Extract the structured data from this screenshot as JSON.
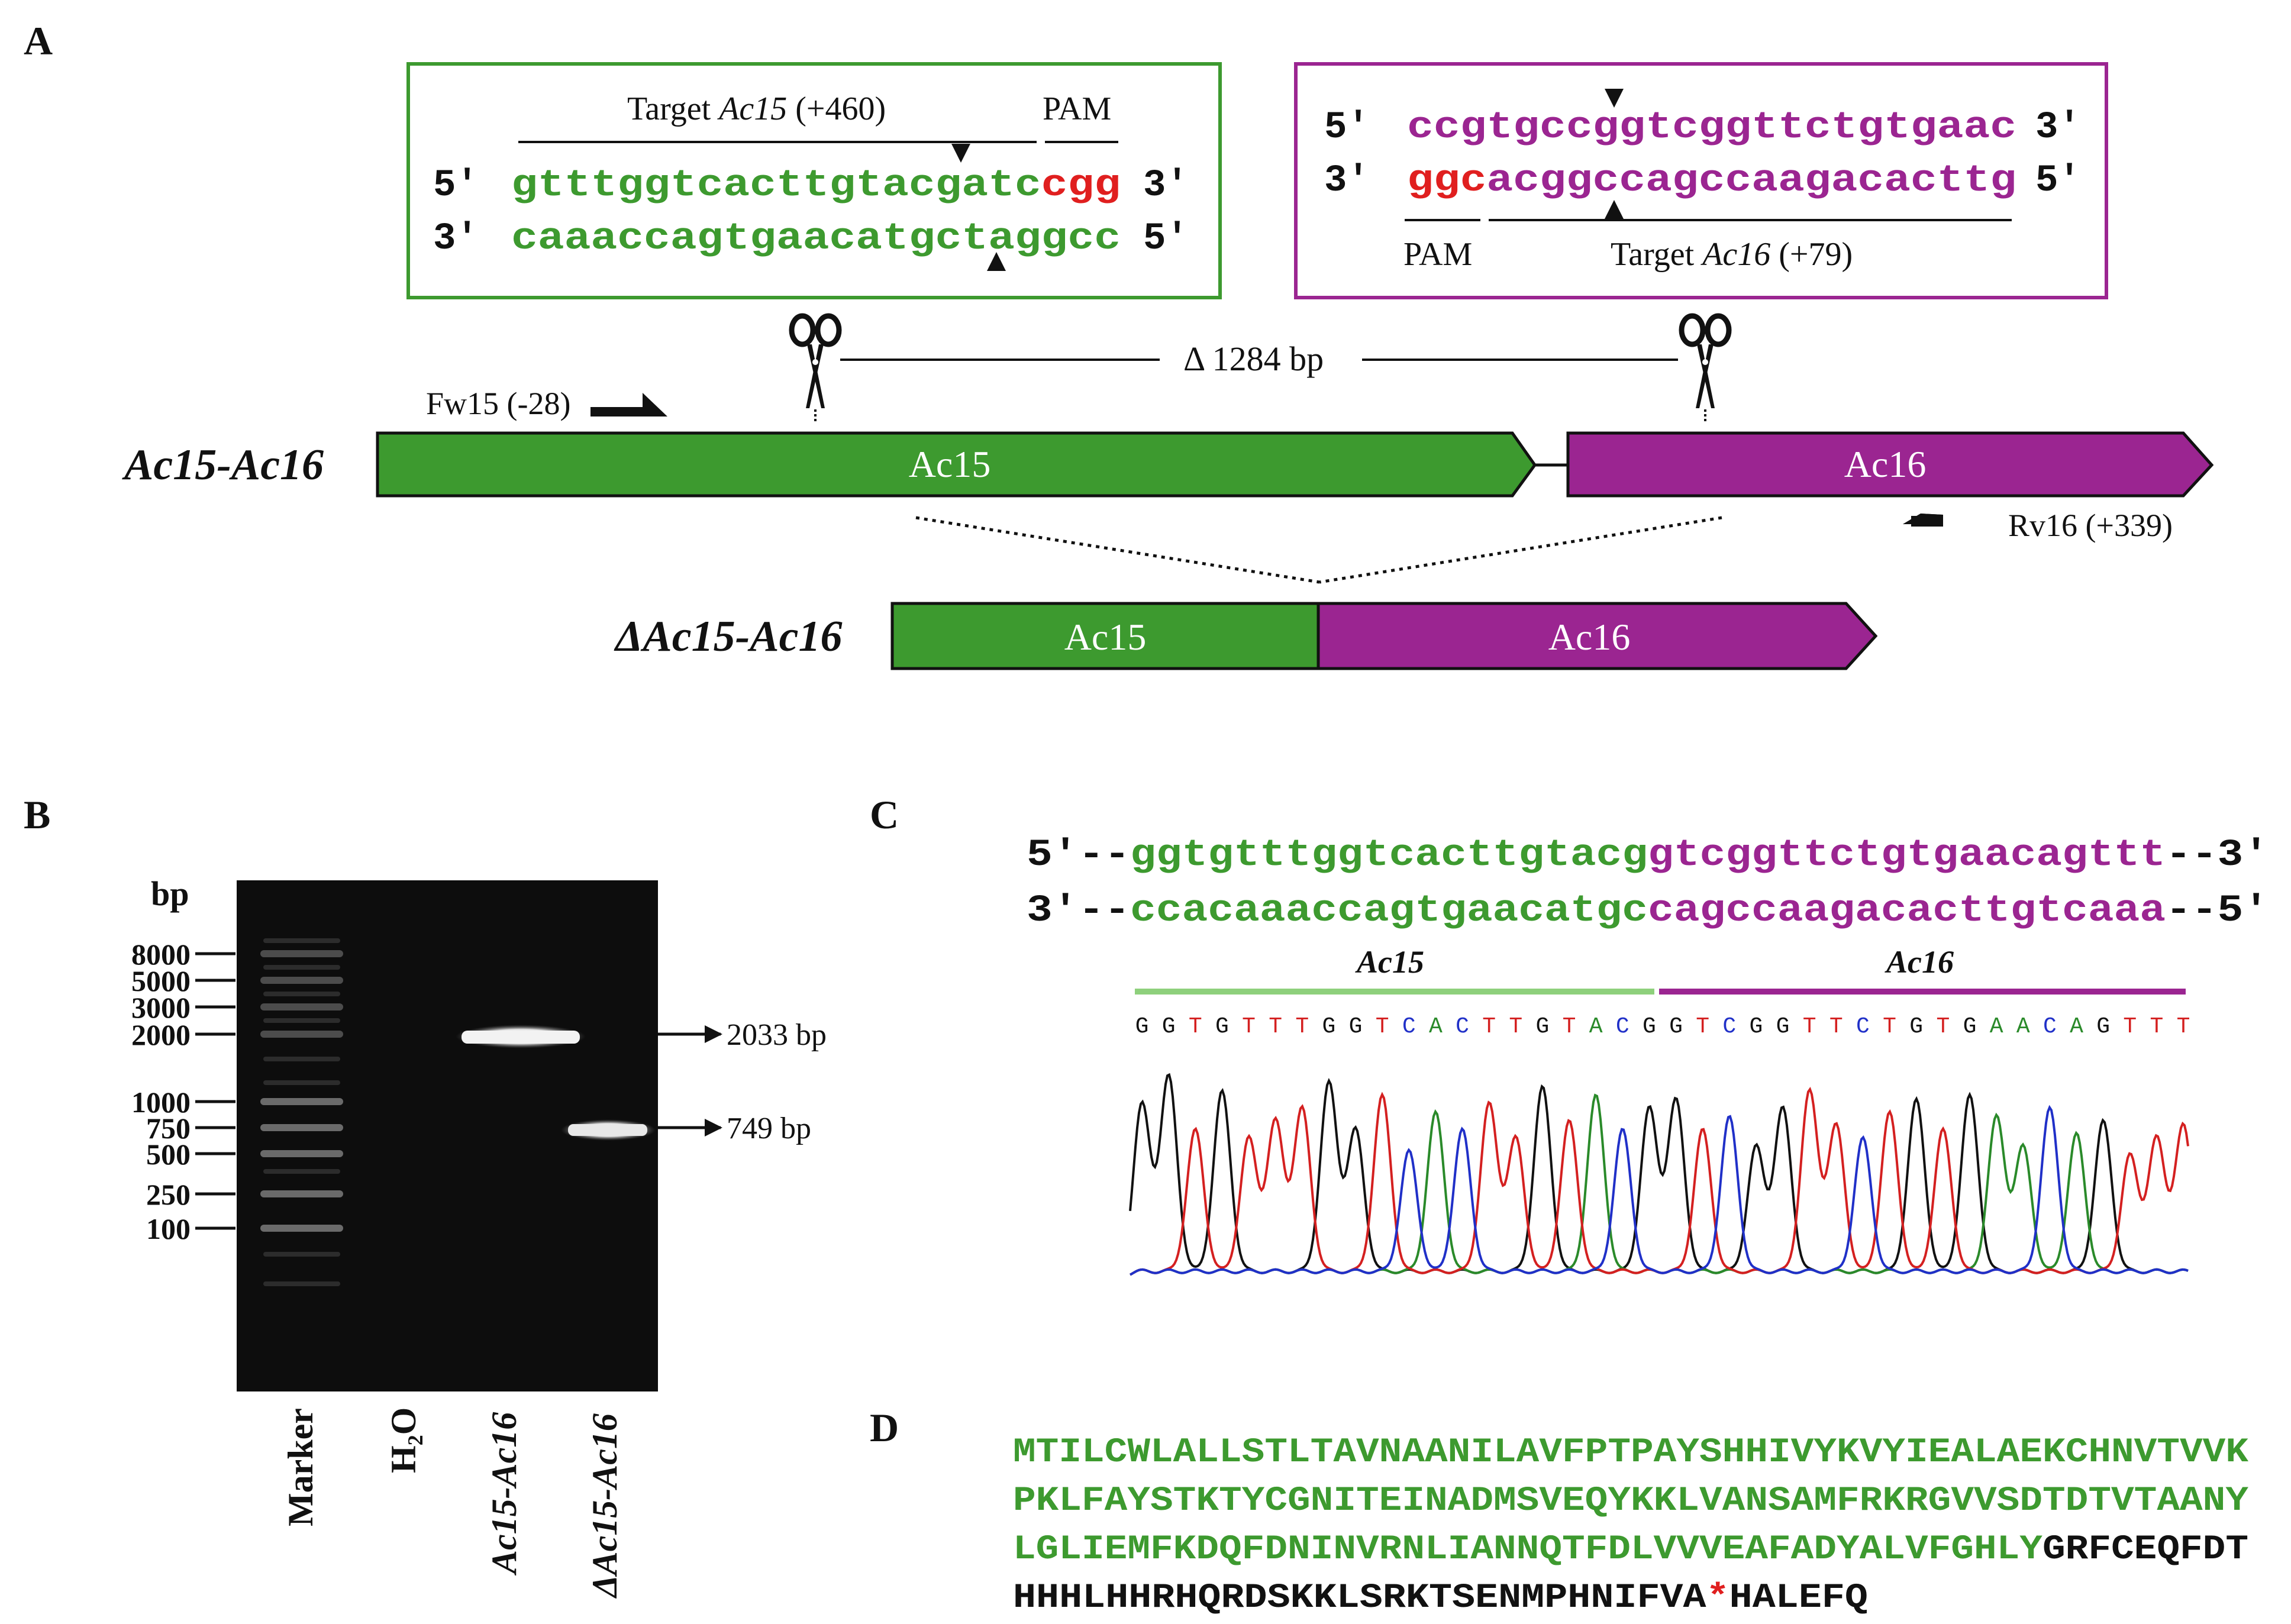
{
  "colors": {
    "ac15": "#3d9a2f",
    "ac16": "#9b2591",
    "pam": "#e01f1f",
    "text": "#111111",
    "gel_bg": "#0d0d0d",
    "stop": "#e01f1f"
  },
  "panel_a": {
    "label": "A",
    "box15": {
      "target_prefix": "Target ",
      "target_gene": "Ac15",
      "target_suffix": " (+460)",
      "pam_label": "PAM",
      "five_prime": "5′",
      "three_prime": "3′",
      "top_seq": "gtttggtcacttgtacgatc",
      "top_pam": "cgg",
      "bottom_seq": "caaaccagtgaacatgctaggcc"
    },
    "box16": {
      "five_prime": "5′",
      "three_prime": "3′",
      "top_seq": "ccgtgccggtcggttctgtgaac",
      "bottom_pam": "ggc",
      "bottom_seq": "acggccagccaagacacttg",
      "pam_label": "PAM",
      "target_prefix": "Target ",
      "target_gene": "Ac16",
      "target_suffix": " (+79)"
    },
    "deletion_label": "Δ 1284 bp",
    "fw_primer": "Fw15 (-28)",
    "rv_primer": "Rv16 (+339)",
    "wt_label": "Ac15-Ac16",
    "mut_label": "ΔAc15-Ac16",
    "gene15": "Ac15",
    "gene16": "Ac16",
    "scissors_icon": "scissors-icon"
  },
  "panel_b": {
    "label": "B",
    "bp_unit": "bp",
    "ladder": [
      "8000",
      "5000",
      "3000",
      "2000",
      "1000",
      "750",
      "500",
      "250",
      "100"
    ],
    "lanes": [
      "Marker",
      "H₂O",
      "Ac15-Ac16",
      "ΔAc15-Ac16"
    ],
    "band_labels": [
      "2033 bp",
      "749 bp"
    ]
  },
  "panel_c": {
    "label": "C",
    "line1_prefix": "5′--",
    "line1_green": "ggtgtttggtcacttgtacg",
    "line1_purple": "gtcggttctgtgaacagttt",
    "line1_suffix": "--3′",
    "line2_prefix": "3′--",
    "line2_green": "ccacaaaccagtgaacatgc",
    "line2_purple": "cagccaagacacttgtcaaa",
    "line2_suffix": "--5′",
    "bar_label_15": "Ac15",
    "bar_label_16": "Ac16",
    "trace_bases": "GGTGTTTGGTCACTTGTACGGTCGGTTCTGTGAACAGTTT"
  },
  "panel_d": {
    "label": "D",
    "line1": "MTILCWLALLSTLTAVNAANILAVFPTPAYSHHIVYKVYIEALAEKCHNVTVVK",
    "line2": "PKLFAYSTKTYCGNITEINADMSVEQYKKLVANSAMFRKRGVVSDTDTVTAANY",
    "line3_green": "LGLIEMFKDQFDNINVRNLIANNQTFDLVVVEAFADYALVFGHLY",
    "line3_black": "GRFCEQFDT",
    "line4_pre": "HHHLHHRHQRDSKKLSRKTSENMPHNIFVA",
    "line4_stop": "*",
    "line4_post": "HALEFQ"
  }
}
